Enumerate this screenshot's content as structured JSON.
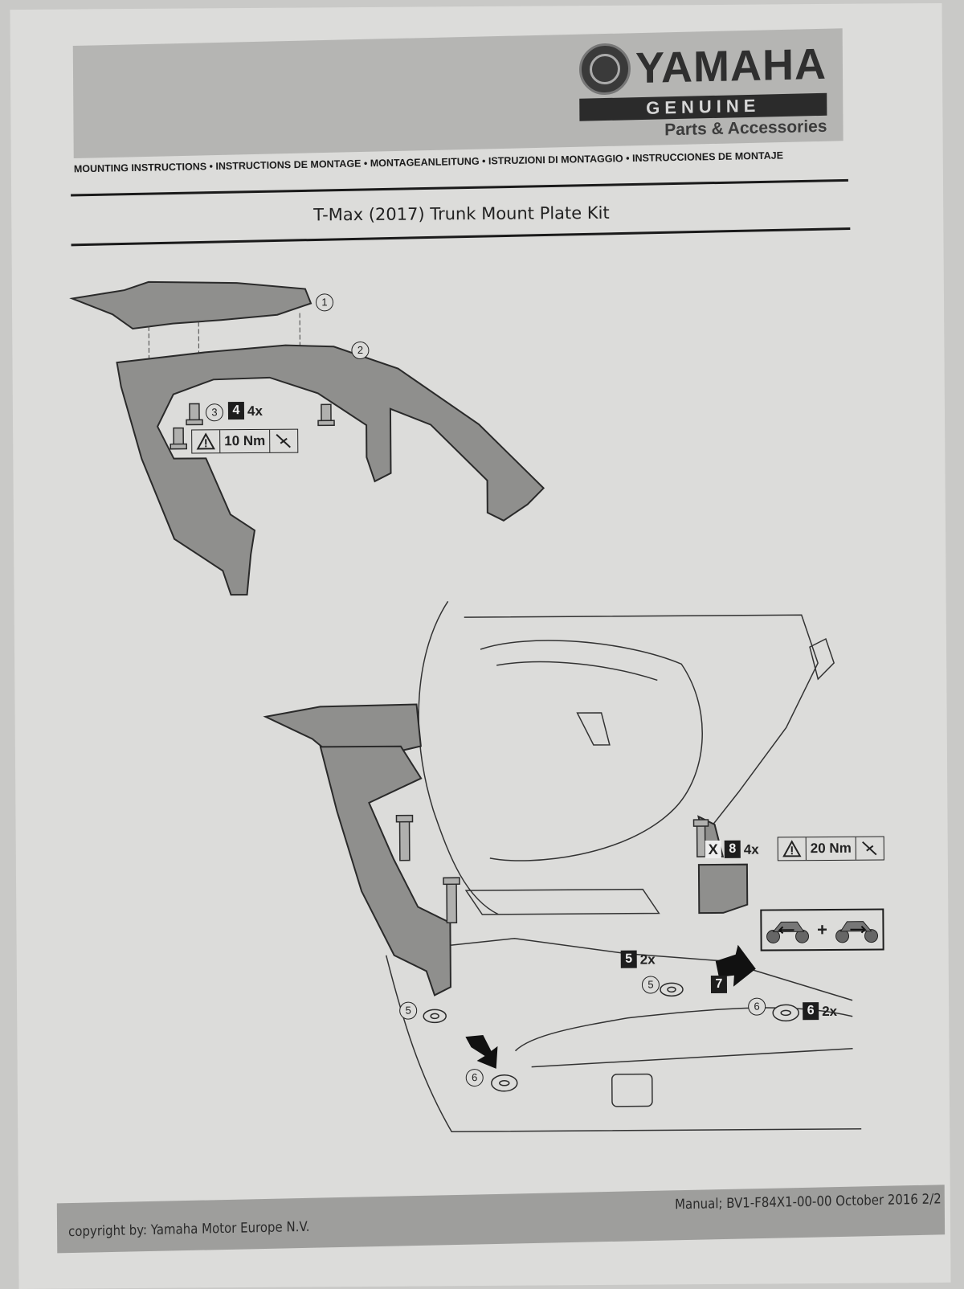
{
  "header": {
    "brand": "YAMAHA",
    "genuine": "GENUINE",
    "parts_accessories": "Parts & Accessories",
    "subtitle": "MOUNTING INSTRUCTIONS • INSTRUCTIONS DE MONTAGE • MONTAGEANLEITUNG • ISTRUZIONI DI MONTAGGIO • INSTRUCCIONES DE MONTAJE"
  },
  "document": {
    "title": "T-Max (2017) Trunk Mount Plate Kit"
  },
  "figure1": {
    "callouts": [
      "1",
      "2",
      "3"
    ],
    "part_tag": "4",
    "quantity": "4x",
    "torque": "10 Nm",
    "icons": [
      "warning-icon",
      "torque-wrench-icon"
    ]
  },
  "figure2": {
    "exclude_mark": "X",
    "bolt_tag": "8",
    "bolt_quantity": "4x",
    "torque": "20 Nm",
    "washer_tag": "5",
    "washer_quantity": "2x",
    "washer_callout": "5",
    "step_tag": "7",
    "spacer_tag": "6",
    "spacer_quantity": "2x",
    "spacer_callout": "6",
    "direction_plus": "+",
    "icons": [
      "warning-icon",
      "torque-wrench-icon",
      "motorcycle-left-arrow-icon",
      "motorcycle-right-arrow-icon",
      "arrow-icon"
    ]
  },
  "footer": {
    "copyright": "copyright by: Yamaha Motor Europe N.V.",
    "manual": "Manual; BV1-F84X1-00-00 October  2016 2/2"
  }
}
